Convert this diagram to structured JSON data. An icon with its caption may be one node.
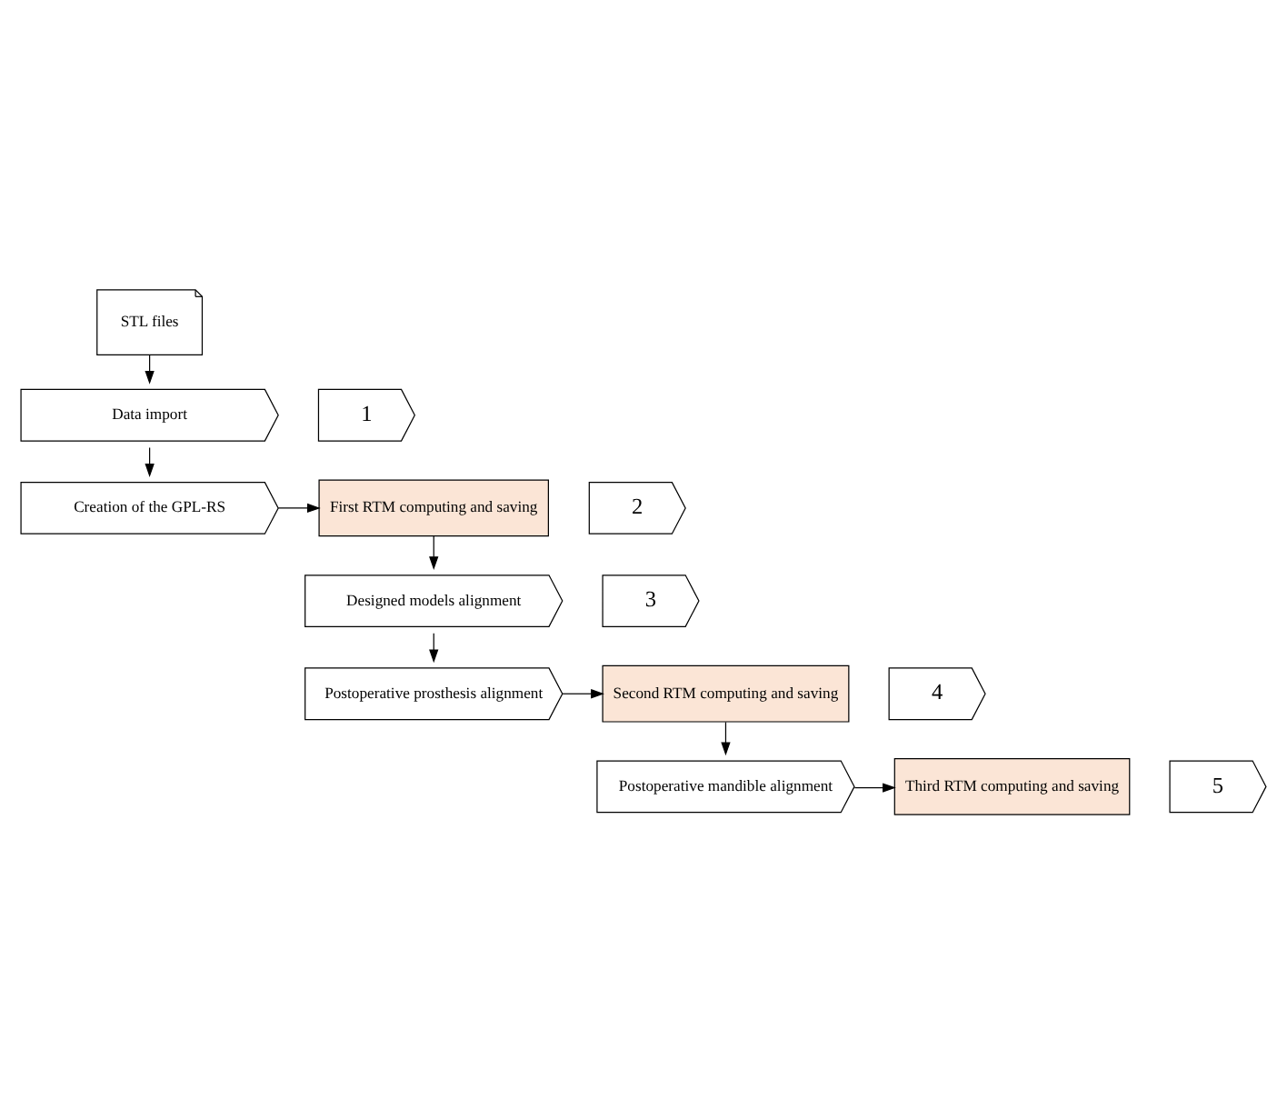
{
  "diagram": {
    "nodes": [
      {
        "text": [
          "STL files"
        ]
      },
      {
        "text": [
          "1"
        ]
      },
      {
        "text": [
          "Data import"
        ]
      },
      {
        "text": [
          "2"
        ]
      },
      {
        "text": [
          "Creation of the GPL-RS"
        ]
      },
      {
        "text": [
          "First RTM computing and saving"
        ]
      },
      {
        "text": [
          "3"
        ]
      },
      {
        "text": [
          "Designed models alignment"
        ]
      },
      {
        "text": [
          "4"
        ]
      },
      {
        "text": [
          "Postoperative prosthesis alignment"
        ]
      },
      {
        "text": [
          "Second RTM computing and saving"
        ]
      },
      {
        "text": [
          "5"
        ]
      },
      {
        "text": [
          "Postoperative mandible alignment"
        ]
      },
      {
        "text": [
          "Third RTM computing and saving"
        ]
      }
    ],
    "edges": [
      {
        "from": 0,
        "to": 2,
        "arrow": "to"
      },
      {
        "from": 2,
        "to": 4,
        "arrow": "to"
      },
      {
        "from": 4,
        "to": 5,
        "arrow": "to"
      },
      {
        "from": 5,
        "to": 7,
        "arrow": "to"
      },
      {
        "from": 7,
        "to": 9,
        "arrow": "to"
      },
      {
        "from": 9,
        "to": 10,
        "arrow": "to"
      },
      {
        "from": 10,
        "to": 12,
        "arrow": "to"
      },
      {
        "from": 12,
        "to": 13,
        "arrow": "to"
      }
    ]
  }
}
